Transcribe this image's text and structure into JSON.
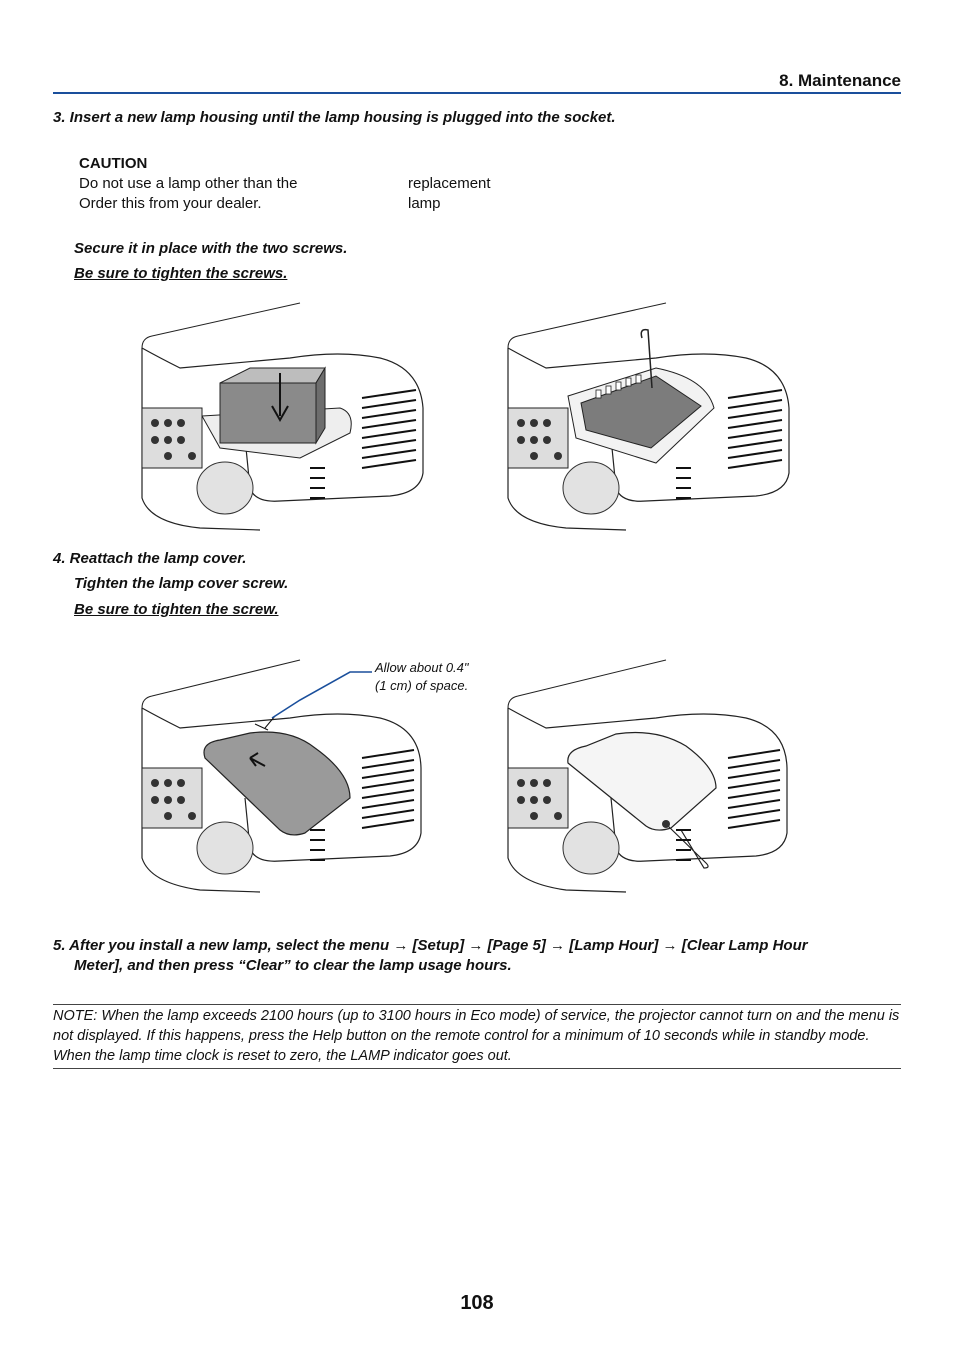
{
  "header": {
    "section_title": "8. Maintenance"
  },
  "step3": {
    "text": "3.  Insert a new lamp housing until the lamp housing is plugged into the socket.",
    "caution_title": "CAUTION",
    "caution_line1_a": "Do not use a lamp other than the",
    "caution_line1_b": "replacement lamp",
    "caution_line2": "Order this from your dealer.",
    "secure_text": "Secure it in place with the two screws.",
    "tighten_text": "Be sure to tighten the screws."
  },
  "step4": {
    "text": "4.  Reattach the lamp cover.",
    "tighten_cover": "Tighten the lamp cover screw.",
    "tighten_text": "Be sure to tighten the screw.",
    "callout_line1": "Allow about 0.4\"",
    "callout_line2": "(1 cm) of space."
  },
  "step5": {
    "line1": "5. After you install a new lamp, select the menu → [Setup] → [Page 5] → [Lamp Hour] → [Clear Lamp Hour",
    "line2": "Meter], and then press “Clear” to clear the lamp usage hours."
  },
  "note": {
    "text": "NOTE: When the lamp exceeds 2100 hours (up to 3100 hours in Eco mode) of service, the projector cannot turn on and the menu is not displayed. If this happens, press the Help button on the remote control for a minimum of 10 seconds while in standby mode. When the lamp time clock is reset to zero, the LAMP indicator goes out."
  },
  "footer": {
    "page_number": "108"
  },
  "colors": {
    "accent_rule": "#1a4f9c",
    "callout_line": "#1a4f9c"
  }
}
